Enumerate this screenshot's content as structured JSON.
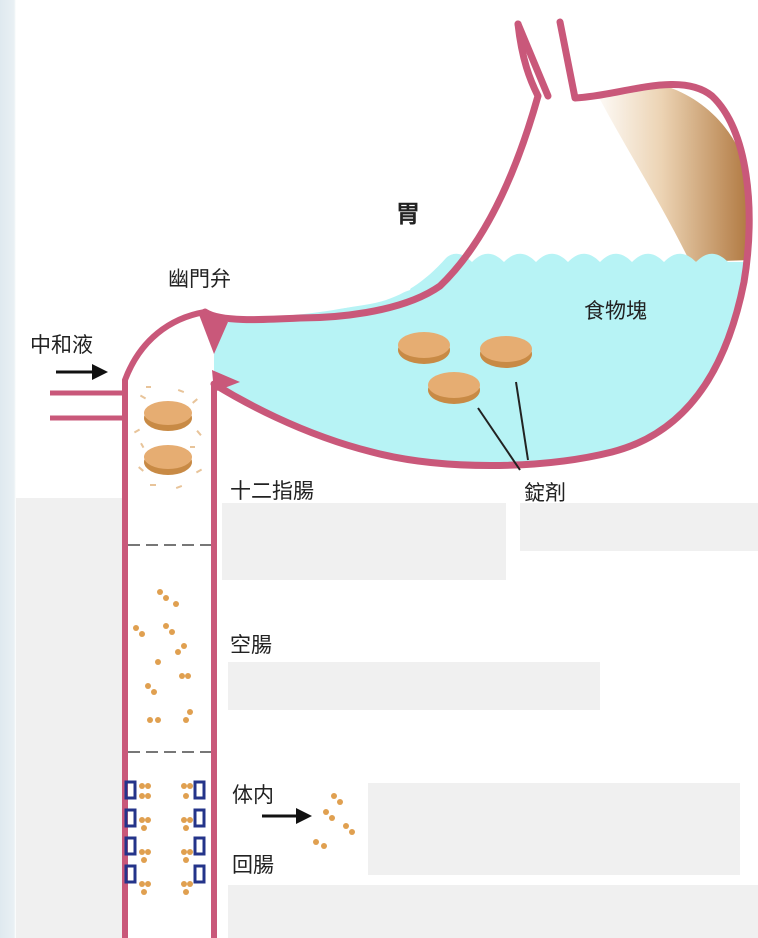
{
  "labels": {
    "stomach": "胃",
    "pyloric_valve": "幽門弁",
    "food_mass": "食物塊",
    "neutralizing_fluid": "中和液",
    "tablet": "錠剤",
    "duodenum": "十二指腸",
    "jejunum": "空腸",
    "into_body": "体内",
    "ileum": "回腸"
  },
  "colors": {
    "wall": "#c9587a",
    "gastric_fluid": "#b7f3f5",
    "tablet_fill": "#e6ad72",
    "tablet_edge": "#c88a45",
    "particle": "#e0a050",
    "absorption_site": "#24348a",
    "placeholder_box": "#f0f0f0",
    "side_panel": "#f0f0f0",
    "background": "#ffffff"
  },
  "icons": {
    "arrow": "right-arrow-icon"
  }
}
